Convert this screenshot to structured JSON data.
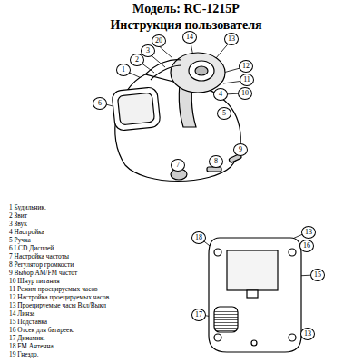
{
  "diagram": {
    "title": "Модель: RC-1215P",
    "labels": [
      "Инструкция пользователя",
      "1",
      "2",
      "3",
      "20",
      "14",
      "13",
      "12",
      "11",
      "10",
      "4",
      "5",
      "6",
      "7",
      "8",
      "9",
      "18",
      "13",
      "16",
      "15",
      "17",
      "13",
      "1 Будильник.",
      "2 Звит",
      "3 Звук",
      "4 Настройка",
      "5 Ручка",
      "6 LCD Дисплей",
      "7 Настройка частоты",
      "8 Регулятор громкости",
      "9 Выбор AM/FM частот",
      "10 Шнур питания",
      "11 Режим проецируемых часов",
      "12 Настройка проецируемых часов",
      "13 Проецируемые часы Вкл/Выкл",
      "14 Линза",
      "15 Подставка",
      "16 Отсек для батареек.",
      "17 Динамик.",
      "18 FM Антенна",
      "19 Гнездо."
    ]
  }
}
